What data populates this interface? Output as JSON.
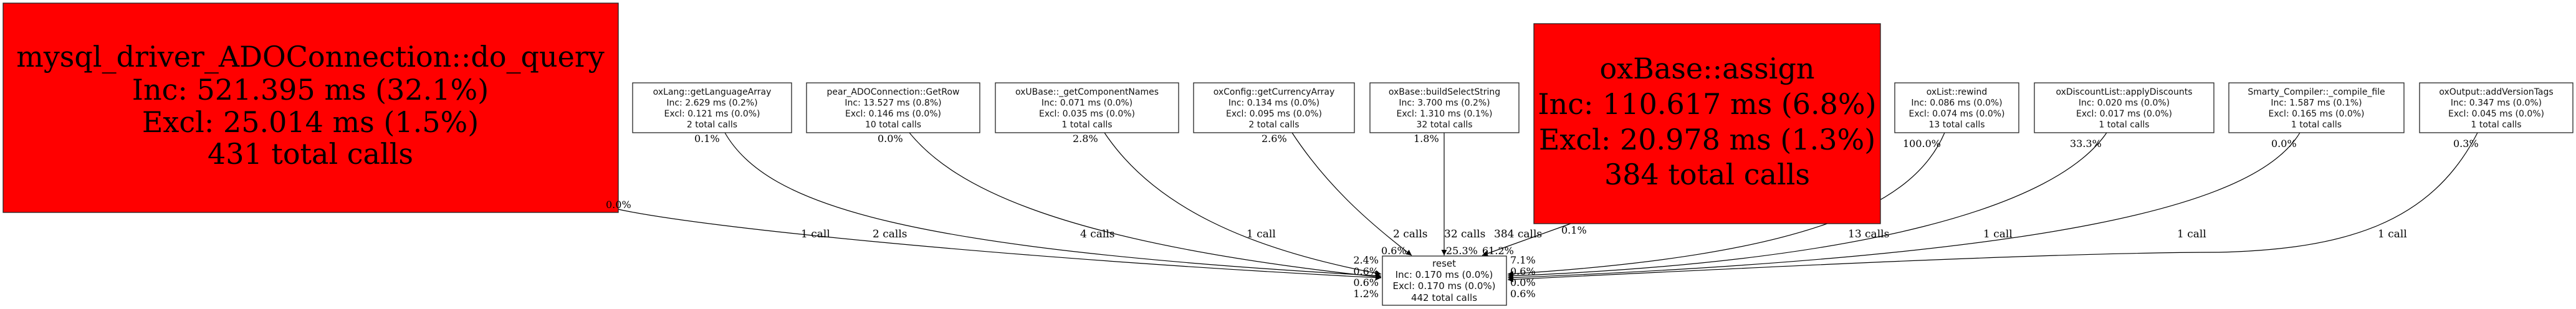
{
  "nodes": {
    "mysql": {
      "name": "mysql_driver_ADOConnection::do_query",
      "inc": "Inc: 521.395 ms (32.1%)",
      "excl": "Excl: 25.014 ms (1.5%)",
      "calls": "431 total calls",
      "color": "#ff0000"
    },
    "oxlang": {
      "name": "oxLang::getLanguageArray",
      "inc": "Inc: 2.629 ms (0.2%)",
      "excl": "Excl: 0.121 ms (0.0%)",
      "calls": "2 total calls"
    },
    "pear": {
      "name": "pear_ADOConnection::GetRow",
      "inc": "Inc: 13.527 ms (0.8%)",
      "excl": "Excl: 0.146 ms (0.0%)",
      "calls": "10 total calls"
    },
    "oxubase": {
      "name": "oxUBase::_getComponentNames",
      "inc": "Inc: 0.071 ms (0.0%)",
      "excl": "Excl: 0.035 ms (0.0%)",
      "calls": "1 total calls"
    },
    "oxconfig": {
      "name": "oxConfig::getCurrencyArray",
      "inc": "Inc: 0.134 ms (0.0%)",
      "excl": "Excl: 0.095 ms (0.0%)",
      "calls": "2 total calls"
    },
    "buildselect": {
      "name": "oxBase::buildSelectString",
      "inc": "Inc: 3.700 ms (0.2%)",
      "excl": "Excl: 1.310 ms (0.1%)",
      "calls": "32 total calls"
    },
    "assign": {
      "name": "oxBase::assign",
      "inc": "Inc: 110.617 ms (6.8%)",
      "excl": "Excl: 20.978 ms (1.3%)",
      "calls": "384 total calls",
      "color": "#ff0000"
    },
    "oxlist": {
      "name": "oxList::rewind",
      "inc": "Inc: 0.086 ms (0.0%)",
      "excl": "Excl: 0.074 ms (0.0%)",
      "calls": "13 total calls"
    },
    "discount": {
      "name": "oxDiscountList::applyDiscounts",
      "inc": "Inc: 0.020 ms (0.0%)",
      "excl": "Excl: 0.017 ms (0.0%)",
      "calls": "1 total calls"
    },
    "smarty": {
      "name": "Smarty_Compiler::_compile_file",
      "inc": "Inc: 1.587 ms (0.1%)",
      "excl": "Excl: 0.165 ms (0.0%)",
      "calls": "1 total calls"
    },
    "oxoutput": {
      "name": "oxOutput::addVersionTags",
      "inc": "Inc: 0.347 ms (0.0%)",
      "excl": "Excl: 0.045 ms (0.0%)",
      "calls": "1 total calls"
    },
    "reset": {
      "name": "reset",
      "inc": "Inc: 0.170 ms (0.0%)",
      "excl": "Excl: 0.170 ms (0.0%)",
      "calls": "442 total calls"
    }
  },
  "edges": {
    "mysql": {
      "calls": "1 call",
      "tail": "0.0%",
      "head": "0.6%"
    },
    "oxlang": {
      "calls": "2 calls",
      "tail": "0.1%",
      "head": "2.4%"
    },
    "pear": {
      "calls": "4 calls",
      "tail": "0.0%",
      "head": "1.2%"
    },
    "oxubase": {
      "calls": "1 call",
      "tail": "2.8%",
      "head": "0.6%"
    },
    "oxconfig": {
      "calls": "2 calls",
      "tail": "2.6%",
      "head": "0.6%"
    },
    "buildselect": {
      "calls": "32 calls",
      "tail": "1.8%",
      "head": "25.3%"
    },
    "assign": {
      "calls": "384 calls",
      "tail": "0.1%",
      "head": "61.2%"
    },
    "oxlist": {
      "calls": "13 calls",
      "tail": "100.0%",
      "head": "7.1%"
    },
    "discount": {
      "calls": "1 call",
      "tail": "33.3%",
      "head": "0.6%"
    },
    "smarty": {
      "calls": "1 call",
      "tail": "0.0%",
      "head": "0.0%"
    },
    "oxoutput": {
      "calls": "1 call",
      "tail": "0.3%",
      "head": "0.6%"
    }
  }
}
